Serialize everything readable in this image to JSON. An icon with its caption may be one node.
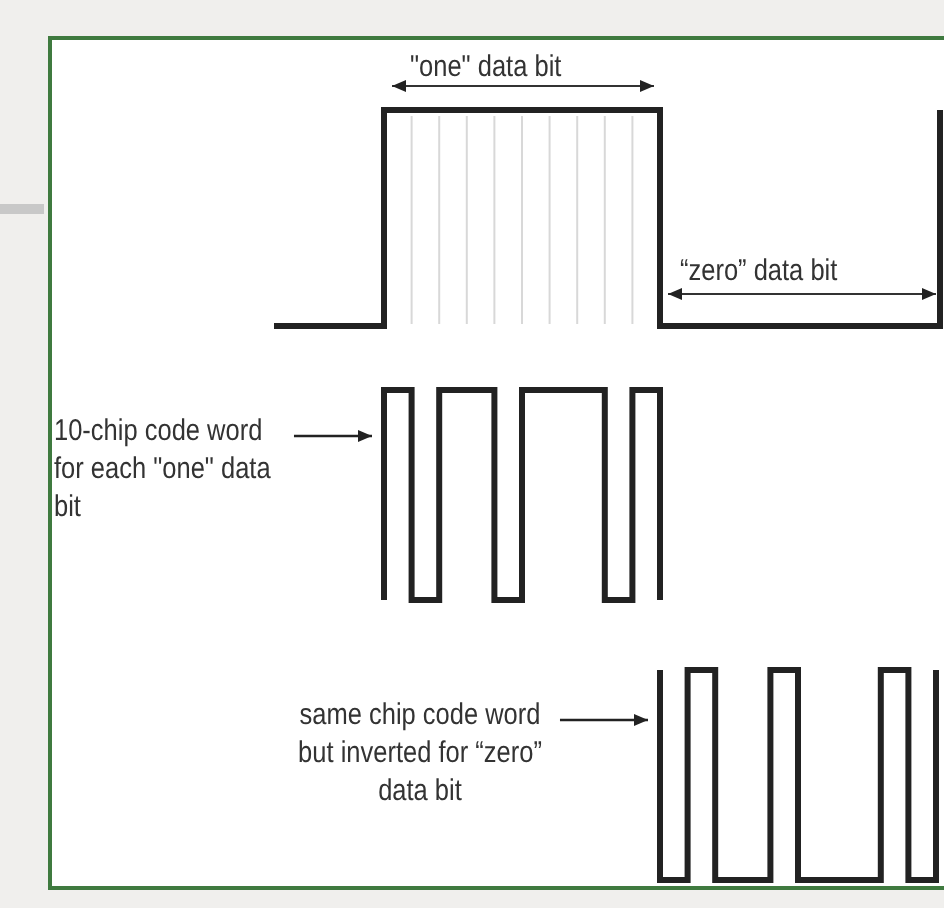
{
  "diagram": {
    "nodes": [
      {
        "text": [
          "10-chip code word for each \"one\" data bit"
        ]
      },
      {
        "text": [],
        "shape": "waveform"
      },
      {
        "text": [
          "same chip code word but inverted for “zero” data bit"
        ]
      },
      {
        "text": [],
        "shape": "waveform"
      }
    ],
    "edges": [
      {
        "from": 0,
        "to": 1,
        "arrow": "to"
      },
      {
        "from": 2,
        "to": 3,
        "arrow": "to"
      }
    ],
    "labels": [
      "\"one\" data bit",
      "“zero” data bit"
    ]
  }
}
